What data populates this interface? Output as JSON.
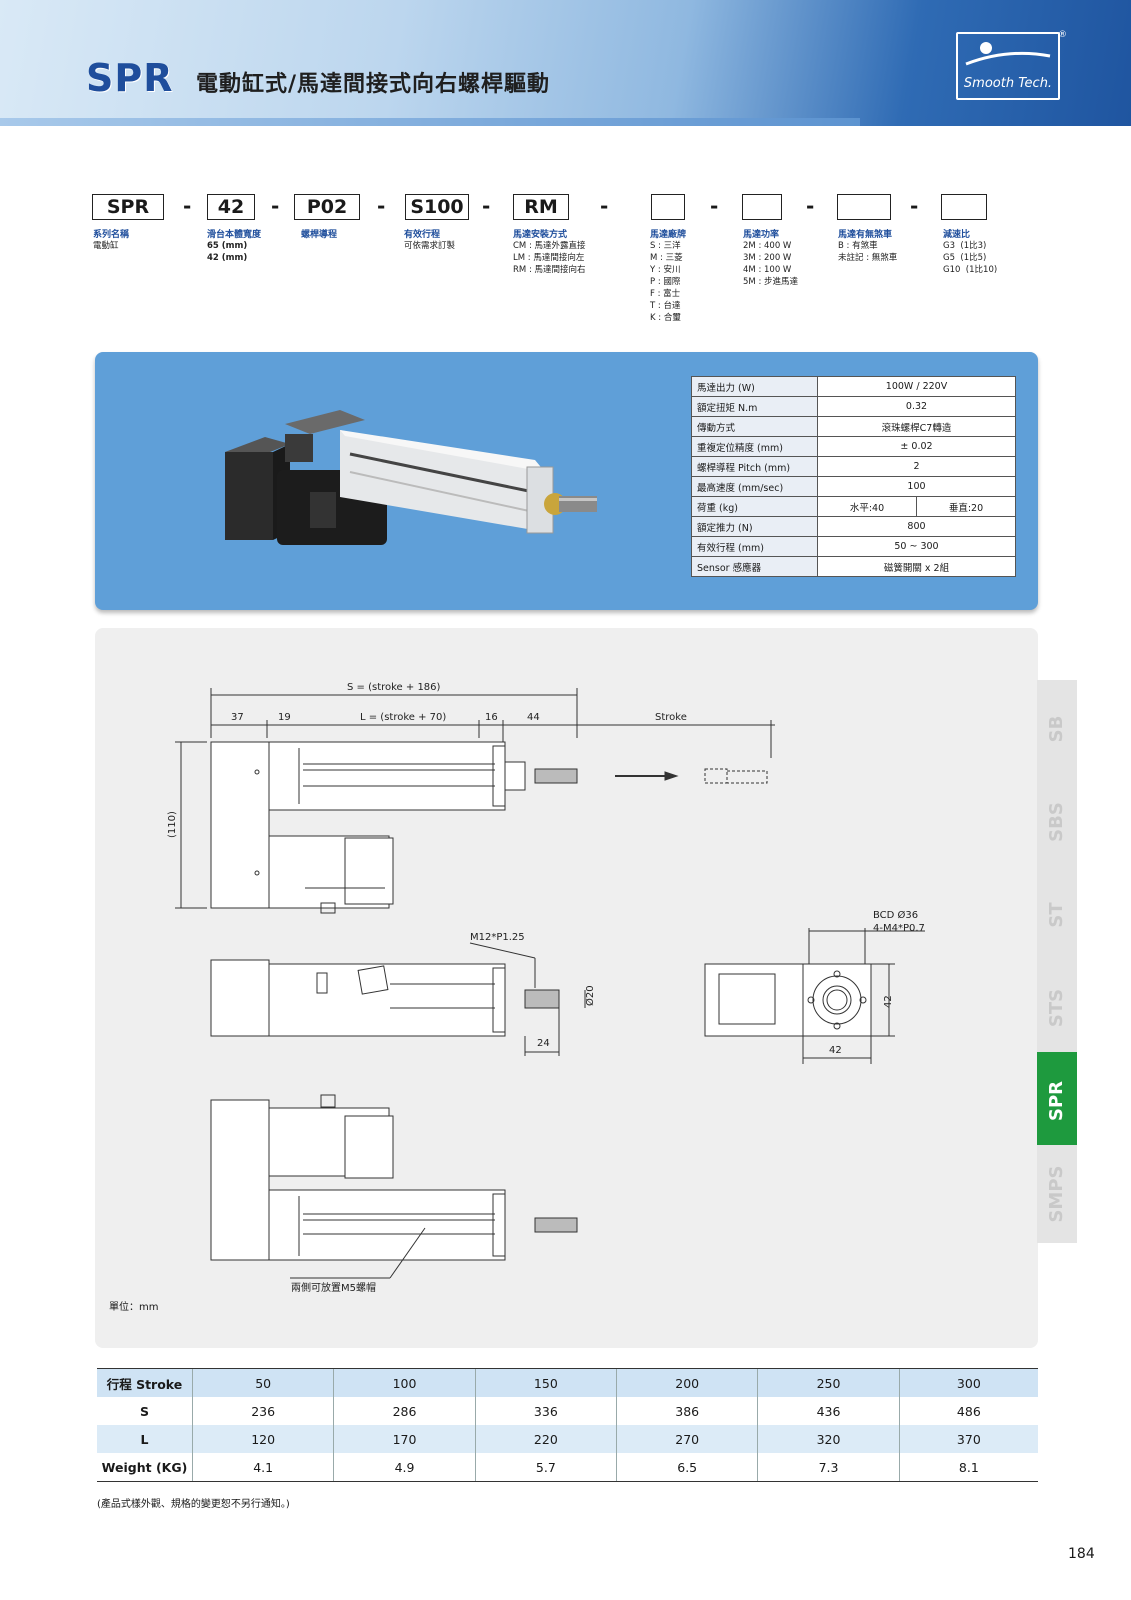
{
  "header": {
    "series": "SPR",
    "title": "電動缸式/馬達間接式向右螺桿驅動",
    "logo_text": "Smooth Tech.",
    "logo_reg": "®"
  },
  "model_code": {
    "boxes": [
      "SPR",
      "42",
      "P02",
      "S100",
      "RM",
      "",
      "",
      "",
      ""
    ],
    "dash": "-",
    "columns": [
      {
        "head": "系列名稱",
        "sub": "電動缸"
      },
      {
        "head": "滑台本體寬度",
        "sub": "65 (mm)\n42 (mm)"
      },
      {
        "head": "螺桿導程",
        "sub": ""
      },
      {
        "head": "有效行程",
        "sub": "可依需求訂製"
      },
      {
        "head": "馬達安裝方式",
        "sub": "CM : 馬達外露直接\nLM : 馬達間接向左\nRM : 馬達間接向右"
      },
      {
        "head": "馬達廠牌",
        "sub": "S : 三洋\nM : 三菱\nY : 安川\nP : 國際\nF : 富士\nT : 台達\nK : 合璽"
      },
      {
        "head": "馬達功率",
        "sub": "2M : 400 W\n3M : 200 W\n4M : 100 W\n5M : 步進馬達"
      },
      {
        "head": "馬達有無煞車",
        "sub": "B : 有煞車\n未註記 : 無煞車"
      },
      {
        "head": "減速比",
        "sub": "G3  (1比3)\nG5  (1比5)\nG10  (1比10)"
      }
    ]
  },
  "specs": [
    {
      "k": "馬達出力 (W)",
      "v": "100W / 220V"
    },
    {
      "k": "額定扭矩 N.m",
      "v": "0.32"
    },
    {
      "k": "傳動方式",
      "v": "滾珠螺桿C7轉造"
    },
    {
      "k": "重複定位精度 (mm)",
      "v": "± 0.02"
    },
    {
      "k": "螺桿導程  Pitch (mm)",
      "v": "2"
    },
    {
      "k": "最高速度 (mm/sec)",
      "v": "100"
    },
    {
      "k": "荷重 (kg)",
      "v1": "水平:40",
      "v2": "垂直:20"
    },
    {
      "k": "額定推力 (N)",
      "v": "800"
    },
    {
      "k": "有效行程 (mm)",
      "v": "50 ~ 300"
    },
    {
      "k": "Sensor 感應器",
      "v": "磁簧開關 x 2組"
    }
  ],
  "drawing": {
    "s_formula": "S = (stroke + 186)",
    "l_formula": "L = (stroke + 70)",
    "dim_37": "37",
    "dim_19": "19",
    "dim_16": "16",
    "dim_44": "44",
    "stroke": "Stroke",
    "h110": "(110)",
    "m12": "M12*P1.25",
    "d20": "Ø20",
    "d24": "24",
    "bcd": "BCD Ø36",
    "m4": "4-M4*P0.7",
    "d42a": "42",
    "d42b": "42",
    "m5_note": "兩側可放置M5螺帽",
    "unit": "單位：mm"
  },
  "tabs": [
    "SB",
    "SBS",
    "ST",
    "STS",
    "SPR",
    "SMPS"
  ],
  "active_tab": "SPR",
  "stroke_table": {
    "rows": [
      {
        "h": "行程  Stroke",
        "vals": [
          "50",
          "100",
          "150",
          "200",
          "250",
          "300"
        ]
      },
      {
        "h": "S",
        "vals": [
          "236",
          "286",
          "336",
          "386",
          "436",
          "486"
        ]
      },
      {
        "h": "L",
        "vals": [
          "120",
          "170",
          "220",
          "270",
          "320",
          "370"
        ]
      },
      {
        "h": "Weight (KG)",
        "vals": [
          "4.1",
          "4.9",
          "5.7",
          "6.5",
          "7.3",
          "8.1"
        ]
      }
    ]
  },
  "footnote": "(產品式樣外觀、規格的變更恕不另行通知。)",
  "page_number": "184",
  "colors": {
    "brand": "#1f4e9c",
    "panel": "#5f9fd8",
    "active_tab": "#1e9a3e"
  }
}
